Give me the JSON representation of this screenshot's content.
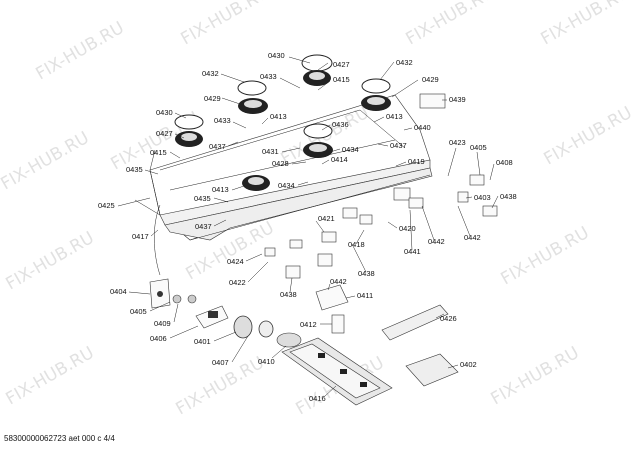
{
  "watermark": "FIX-HUB.RU",
  "document_id": "58300000062723 aet 000 c 4/4",
  "labels": {
    "l0430a": "0430",
    "l0427a": "0427",
    "l0432a": "0432",
    "l0433a": "0433",
    "l0415a": "0415",
    "l0432b": "0432",
    "l0429a": "0429",
    "l0439": "0439",
    "l0429b": "0429",
    "l0413a": "0413",
    "l0430b": "0430",
    "l0433b": "0433",
    "l0413b": "0413",
    "l0436": "0436",
    "l0440": "0440",
    "l0427b": "0427",
    "l0437a": "0437",
    "l0431": "0431",
    "l0434a": "0434",
    "l0437b": "0437",
    "l0423": "0423",
    "l0405a": "0405",
    "l0415b": "0415",
    "l0428": "0428",
    "l0414": "0414",
    "l0419": "0419",
    "l0408": "0408",
    "l0435a": "0435",
    "l0413c": "0413",
    "l0434b": "0434",
    "l0403": "0403",
    "l0425": "0425",
    "l0435b": "0435",
    "l0438a": "0438",
    "l0421": "0421",
    "l0437c": "0437",
    "l0420": "0420",
    "l0442a": "0442",
    "l0442b": "0442",
    "l0417": "0417",
    "l0418": "0418",
    "l0441": "0441",
    "l0424": "0424",
    "l0438b": "0438",
    "l0422": "0422",
    "l0442c": "0442",
    "l0404": "0404",
    "l0438c": "0438",
    "l0411": "0411",
    "l0405b": "0405",
    "l0409": "0409",
    "l0426": "0426",
    "l0412": "0412",
    "l0406": "0406",
    "l0401": "0401",
    "l0407": "0407",
    "l0410": "0410",
    "l0402": "0402",
    "l0416": "0416"
  }
}
